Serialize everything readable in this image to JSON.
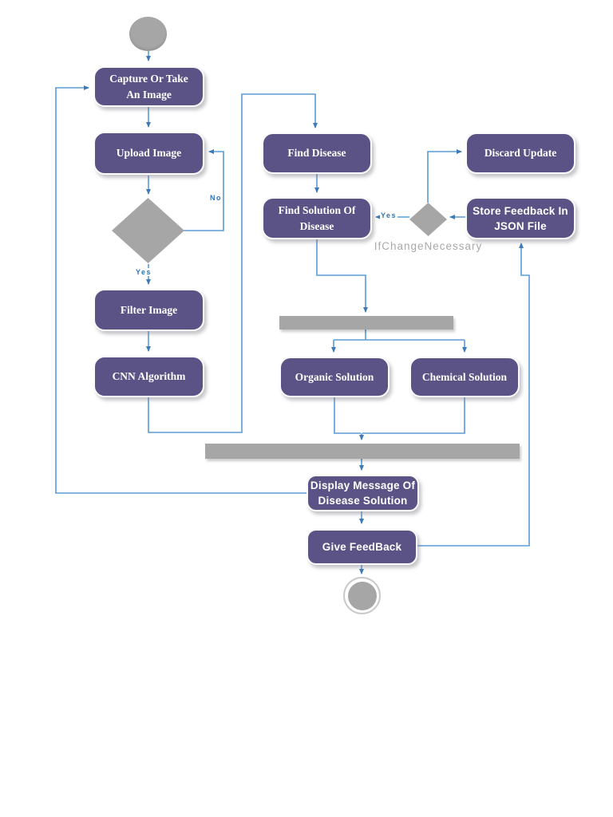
{
  "diagram": {
    "type": "uml-activity-diagram",
    "colors": {
      "node_fill": "#5b5385",
      "node_text": "#ffffff",
      "connector": "#5b9bd5",
      "arrowhead": "#3d7ab8",
      "edge_label": "#2e75b6",
      "shape_gray": "#a6a6a6",
      "condition_gray": "#a9a9a9"
    },
    "nodes": {
      "start": {
        "kind": "initial-node"
      },
      "capture": {
        "line1": "Capture Or Take",
        "line2": "An Image"
      },
      "upload": {
        "label": "Upload Image"
      },
      "decision_valid": {
        "kind": "decision"
      },
      "filter": {
        "label": "Filter Image"
      },
      "cnn": {
        "label": "CNN Algorithm"
      },
      "find_disease": {
        "label": "Find Disease"
      },
      "find_solution": {
        "line1": "Find Solution Of",
        "line2": "Disease"
      },
      "discard": {
        "label": "Discard Update"
      },
      "store_feedback": {
        "line1": "Store Feedback In",
        "line2": "JSON File"
      },
      "decision_change": {
        "kind": "decision"
      },
      "fork": {
        "kind": "fork-bar"
      },
      "organic": {
        "label": "Organic Solution"
      },
      "chemical": {
        "label": "Chemical Solution"
      },
      "join": {
        "kind": "join-bar"
      },
      "display_message": {
        "line1": "Display Message Of",
        "line2": "Disease Solution"
      },
      "give_feedback": {
        "label": "Give FeedBack"
      },
      "end": {
        "kind": "final-node"
      }
    },
    "edge_labels": {
      "no": "No",
      "yes_valid": "Yes",
      "yes_change": "Yes",
      "condition": "IfChangeNecessary"
    }
  }
}
